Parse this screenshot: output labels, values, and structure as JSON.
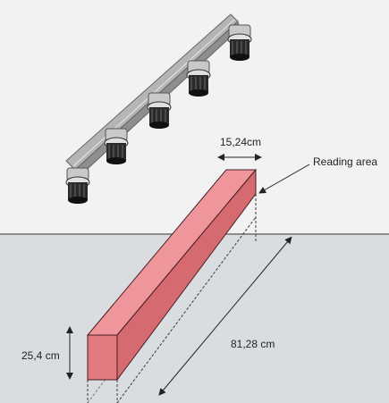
{
  "labels": {
    "width": "15,24cm",
    "reading_area": "Reading area",
    "height": "25,4  cm",
    "length": "81,28 cm"
  },
  "colors": {
    "background_top": "#f2f2f2",
    "floor": "#d9dde0",
    "floor_line": "#8c8c8c",
    "volume_front": "#e07a80",
    "volume_top": "#ee969b",
    "volume_side": "#d56a71",
    "volume_edge": "#4a1f22",
    "rail": "#b5b5b5",
    "antenna_body": "#2a2a2a",
    "arrow": "#222222"
  },
  "icons": {
    "reader_rail": "antenna-rail-icon"
  }
}
